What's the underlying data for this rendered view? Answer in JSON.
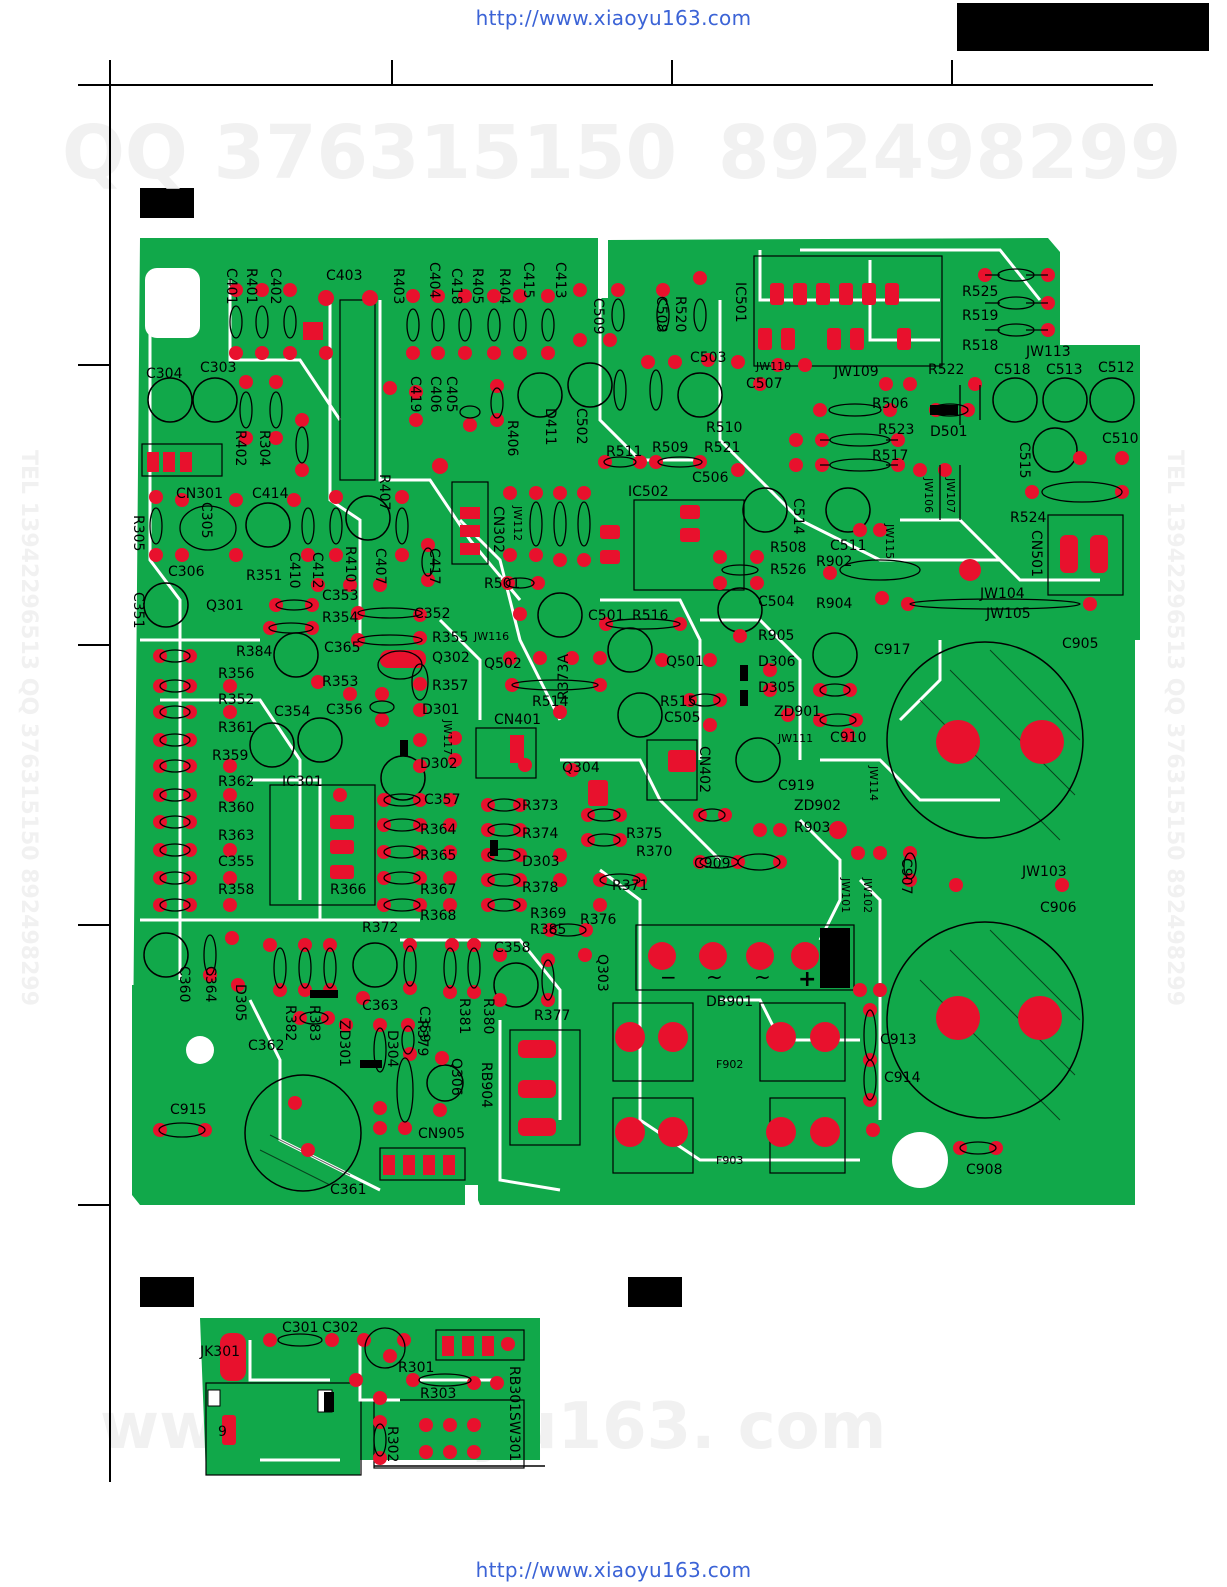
{
  "header": {
    "url_top": "http://www.xiaoyu163.com",
    "url_bottom": "http://www.xiaoyu163.com"
  },
  "watermarks": {
    "qq_left": "QQ 376315150",
    "qq_right": "892498299",
    "side_text": "TEL 13942296513  QQ 376315150  892498299",
    "bottom_text": "www. xiaoyu163. com"
  },
  "board_main": {
    "labels": {
      "c304": "C304",
      "c303": "C303",
      "r401": "R401",
      "c401": "C401",
      "c402": "C402",
      "c403": "C403",
      "r403": "R403",
      "c404": "C404",
      "c418": "C418",
      "r405": "R405",
      "r404": "R404",
      "c415": "C415",
      "c413": "C413",
      "c509": "C509",
      "c508": "C508",
      "r520": "R520",
      "ic501": "IC501",
      "r525": "R525",
      "r519": "R519",
      "r518": "R518",
      "jw113": "JW113",
      "c512": "C512",
      "c513": "C513",
      "c518": "C518",
      "r522": "R522",
      "jw109": "JW109",
      "jw110": "JW110",
      "c507": "C507",
      "c503": "C503",
      "r506": "R506",
      "r523": "R523",
      "r517": "R517",
      "d501": "D501",
      "c510": "C510",
      "c515": "C515",
      "r524": "R524",
      "cn501": "CN501",
      "jw106": "JW106",
      "jw107": "JW107",
      "r510": "R510",
      "r521": "R521",
      "c506": "C506",
      "r509": "R509",
      "r511": "R511",
      "d411": "D411",
      "c502": "C502",
      "r406": "R406",
      "c405": "C405",
      "c406": "C406",
      "c419": "C419",
      "r402": "R402",
      "r304": "R304",
      "cn301": "CN301",
      "c414": "C414",
      "r305": "R305",
      "c305": "C305",
      "r407": "R407",
      "cn302": "CN302",
      "jw112": "JW112",
      "ic502": "IC502",
      "c514": "C514",
      "c511": "C511",
      "jw115": "JW115",
      "r508": "R508",
      "r526": "R526",
      "r902": "R902",
      "jw104": "JW104",
      "jw105": "JW105",
      "c905": "C905",
      "c306": "C306",
      "r351": "R351",
      "c410": "C410",
      "c412": "C412",
      "r410": "R410",
      "c407": "C407",
      "c417": "C417",
      "r501": "R501",
      "c351": "C351",
      "q301": "Q301",
      "c353": "C353",
      "r354": "R354",
      "c352": "C352",
      "r355": "R355",
      "jw116": "JW116",
      "c501": "C501",
      "r516": "R516",
      "c504": "C504",
      "r904": "R904",
      "r905": "R905",
      "c917": "C917",
      "r384": "R384",
      "c365": "C365",
      "q302": "Q302",
      "q502": "Q502",
      "q501": "Q501",
      "d306": "D306",
      "d305": "D305",
      "r356": "R356",
      "r353": "R353",
      "r357": "R357",
      "r514": "R514",
      "r515": "R515",
      "zd901": "ZD901",
      "c910": "C910",
      "r352": "R352",
      "c354": "C354",
      "c356": "C356",
      "d301": "D301",
      "jw117": "JW117",
      "r373a": "R373A",
      "c505": "C505",
      "jw111": "JW111",
      "r361": "R361",
      "cn401": "CN401",
      "cn402": "CN402",
      "jw114": "JW114",
      "r359": "R359",
      "d302": "D302",
      "q304": "Q304",
      "r362": "R362",
      "ic301": "IC301",
      "c919": "C919",
      "zd902": "ZD902",
      "c357": "C357",
      "r373": "R373",
      "r903": "R903",
      "r360": "R360",
      "r364": "R364",
      "r374": "R374",
      "r375": "R375",
      "r370": "R370",
      "r363": "R363",
      "r365": "R365",
      "d303": "D303",
      "c909": "C909",
      "c907": "C907",
      "c355": "C355",
      "r371": "R371",
      "jw103": "JW103",
      "r358": "R358",
      "r366": "R366",
      "r367": "R367",
      "r378": "R378",
      "jw101": "JW101",
      "jw102": "JW102",
      "c906": "C906",
      "r368": "R368",
      "r369": "R369",
      "r376": "R376",
      "r372": "R372",
      "r385": "R385",
      "c358": "C358",
      "c360": "C360",
      "c364": "C364",
      "d305b": "D305",
      "q303": "Q303",
      "db901": "DB901",
      "minus": "−",
      "plus": "+",
      "ac1": "~",
      "ac2": "~",
      "r382": "R382",
      "r383": "R383",
      "c363": "C363",
      "c359": "C359",
      "r381": "R381",
      "r380": "R380",
      "r377": "R377",
      "c913": "C913",
      "c362": "C362",
      "zd301": "ZD301",
      "d304": "D304",
      "r379": "R379",
      "q306": "Q306",
      "rb904": "RB904",
      "f902": "F902",
      "c914": "C914",
      "c915": "C915",
      "cn905": "CN905",
      "f903": "F903",
      "c908": "C908",
      "c361": "C361"
    }
  },
  "board_small": {
    "labels": {
      "jk301": "JK301",
      "c301": "C301",
      "c302": "C302",
      "r301": "R301",
      "rb301": "RB301",
      "r303": "R303",
      "r302": "R302",
      "sw301": "SW301",
      "pin9": "9"
    }
  },
  "colors": {
    "pcb_green": "#11a84a",
    "pad_red": "#e8112d",
    "trace_white": "#ffffff",
    "ink": "#000000",
    "url_blue": "#3b63d6"
  }
}
